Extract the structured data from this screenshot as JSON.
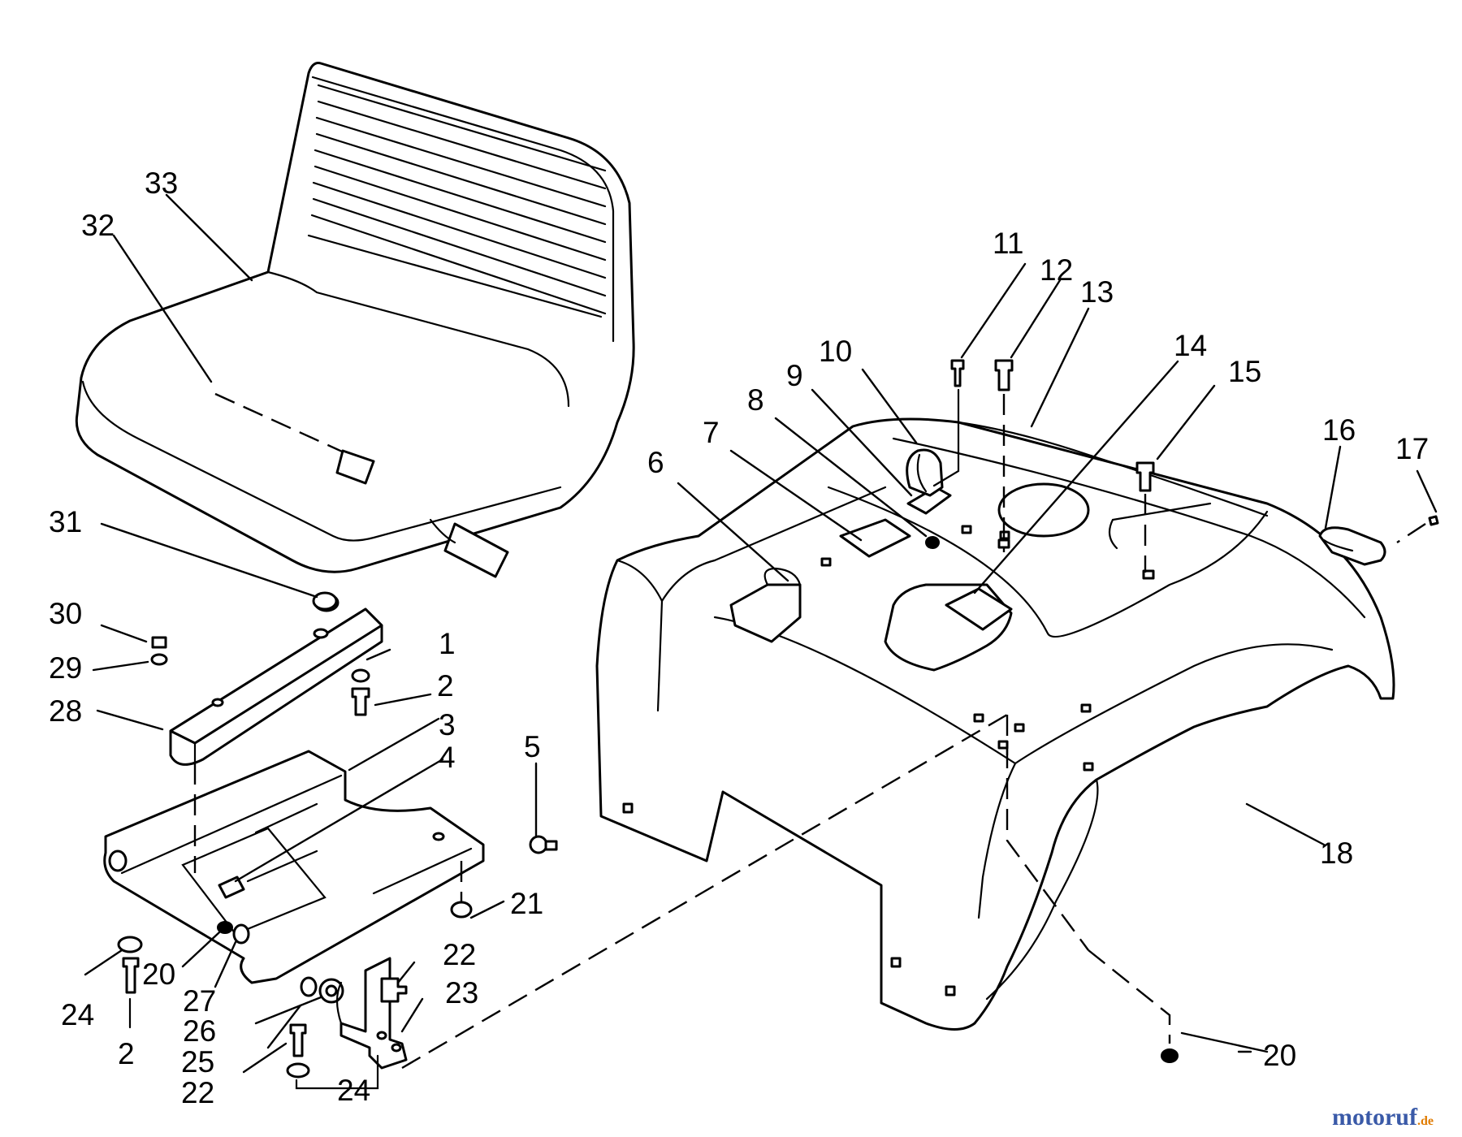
{
  "callouts": [
    {
      "id": "c1",
      "label": "1"
    },
    {
      "id": "c2a",
      "label": "2"
    },
    {
      "id": "c2b",
      "label": "2"
    },
    {
      "id": "c3",
      "label": "3"
    },
    {
      "id": "c4",
      "label": "4"
    },
    {
      "id": "c5",
      "label": "5"
    },
    {
      "id": "c6",
      "label": "6"
    },
    {
      "id": "c7",
      "label": "7"
    },
    {
      "id": "c8",
      "label": "8"
    },
    {
      "id": "c9",
      "label": "9"
    },
    {
      "id": "c10",
      "label": "10"
    },
    {
      "id": "c11",
      "label": "11"
    },
    {
      "id": "c12",
      "label": "12"
    },
    {
      "id": "c13",
      "label": "13"
    },
    {
      "id": "c14",
      "label": "14"
    },
    {
      "id": "c15",
      "label": "15"
    },
    {
      "id": "c16",
      "label": "16"
    },
    {
      "id": "c17",
      "label": "17"
    },
    {
      "id": "c18",
      "label": "18"
    },
    {
      "id": "c20a",
      "label": "20"
    },
    {
      "id": "c20b",
      "label": "20"
    },
    {
      "id": "c21",
      "label": "21"
    },
    {
      "id": "c22a",
      "label": "22"
    },
    {
      "id": "c22b",
      "label": "22"
    },
    {
      "id": "c23",
      "label": "23"
    },
    {
      "id": "c24a",
      "label": "24"
    },
    {
      "id": "c24b",
      "label": "24"
    },
    {
      "id": "c25",
      "label": "25"
    },
    {
      "id": "c26",
      "label": "26"
    },
    {
      "id": "c27",
      "label": "27"
    },
    {
      "id": "c28",
      "label": "28"
    },
    {
      "id": "c29",
      "label": "29"
    },
    {
      "id": "c30",
      "label": "30"
    },
    {
      "id": "c31",
      "label": "31"
    },
    {
      "id": "c32",
      "label": "32"
    },
    {
      "id": "c33",
      "label": "33"
    }
  ],
  "watermark": {
    "text_main": "motoruf",
    "text_suffix": ".de",
    "color_primary": "#3a5aa8",
    "color_dot": "#e07b00"
  }
}
